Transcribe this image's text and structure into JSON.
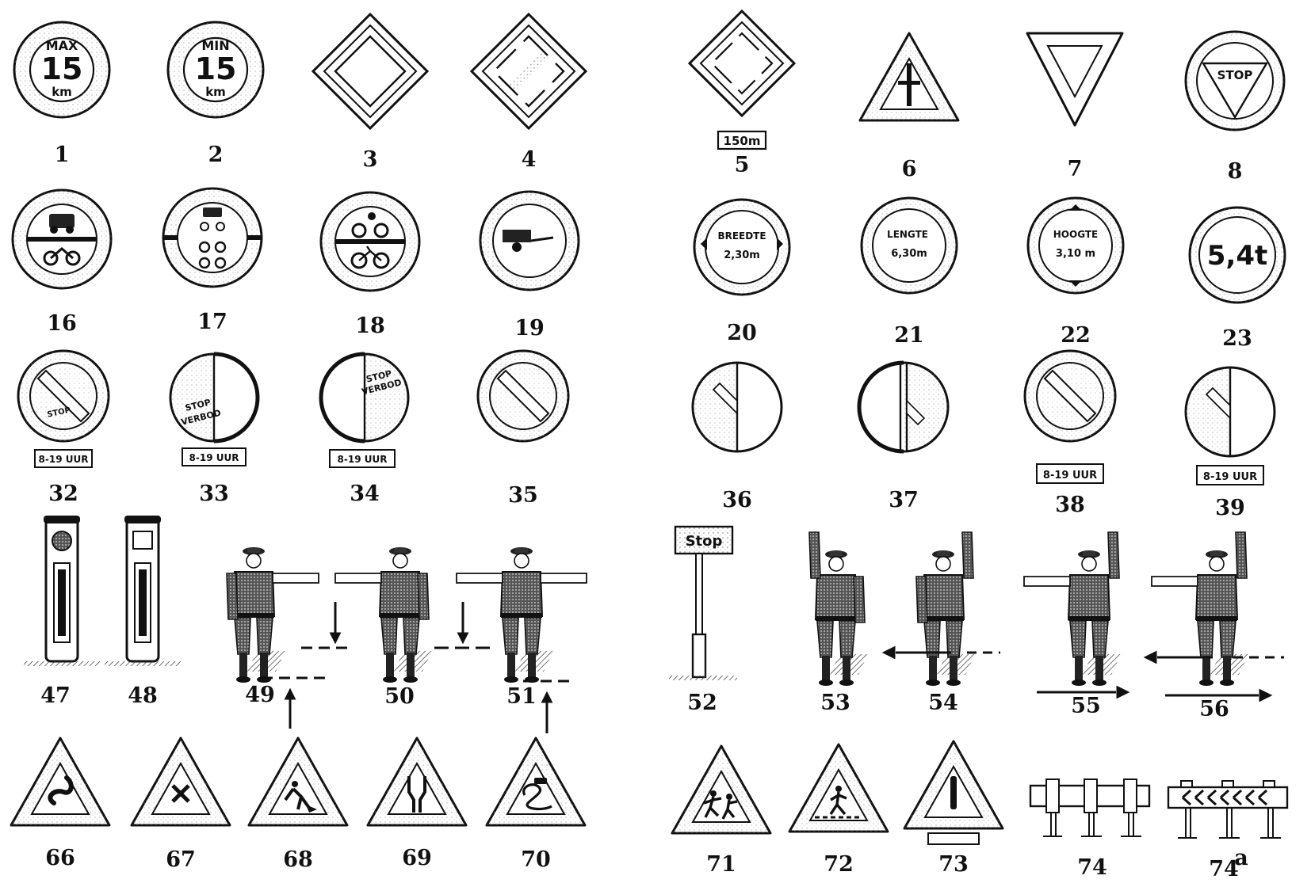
{
  "sign_text": {
    "max": "MAX",
    "min": "MIN",
    "speed": "15",
    "unit": "km",
    "distance_150m": "150m",
    "stop": "STOP",
    "stop_lower": "Stop",
    "breedte": "BREEDTE",
    "breedte_value": "2,30m",
    "lengte": "LENGTE",
    "lengte_value": "6,30m",
    "hoogte": "HOOGTE",
    "hoogte_value": "3,10 m",
    "weight": "5,4t",
    "stop_word": "STOP",
    "verbod_word": "VERBOD",
    "time_plate": "8-19 UUR"
  },
  "labels": {
    "n1": "1",
    "n2": "2",
    "n3": "3",
    "n4": "4",
    "n5": "5",
    "n6": "6",
    "n7": "7",
    "n8": "8",
    "n16": "16",
    "n17": "17",
    "n18": "18",
    "n19": "19",
    "n20": "20",
    "n21": "21",
    "n22": "22",
    "n23": "23",
    "n32": "32",
    "n33": "33",
    "n34": "34",
    "n35": "35",
    "n36": "36",
    "n37": "37",
    "n38": "38",
    "n39": "39",
    "n47": "47",
    "n48": "48",
    "n49": "49",
    "n50": "50",
    "n51": "51",
    "n52": "52",
    "n53": "53",
    "n54": "54",
    "n55": "55",
    "n56": "56",
    "n66": "66",
    "n67": "67",
    "n68": "68",
    "n69": "69",
    "n70": "70",
    "n71": "71",
    "n72": "72",
    "n73": "73",
    "n74": "74",
    "n74a": "74",
    "n74a_sup": "a"
  },
  "colors": {
    "ink": "#111111",
    "paper": "#ffffff",
    "shade": "#8a8a8a"
  }
}
